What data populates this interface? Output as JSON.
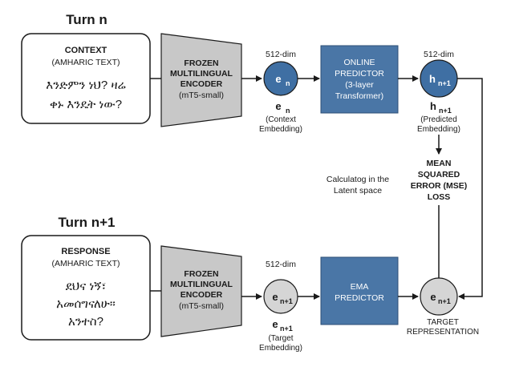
{
  "top": {
    "turn_title": "Turn n",
    "input_box": {
      "header": "CONTEXT",
      "subheader": "(AMHARIC TEXT)",
      "lines": [
        "እንድምን ነህ? ዛሬ",
        "ቀኑ እንዴት ነው?"
      ]
    },
    "encoder": {
      "lines": [
        "FROZEN",
        "MULTILINGUAL",
        "ENCODER",
        "(mT5-small)"
      ]
    },
    "embedding": {
      "dim": "512-dim",
      "symbol_base": "e",
      "symbol_sub": "n",
      "caption_lines": [
        "(Context",
        "Embedding)"
      ]
    },
    "predictor": {
      "lines": [
        "ONLINE",
        "PREDICTOR",
        "(3-layer",
        "Transformer)"
      ]
    },
    "prediction": {
      "dim": "512-dim",
      "symbol_base": "h",
      "symbol_sub": "n+1",
      "caption_lines": [
        "(Predicted",
        "Embedding)"
      ]
    }
  },
  "middle": {
    "latent_note_lines": [
      "Calculatog in the",
      "Latent space"
    ],
    "loss_lines": [
      "MEAN",
      "SQUARED",
      "ERROR (MSE)",
      "LOSS"
    ]
  },
  "bottom": {
    "turn_title": "Turn n+1",
    "input_box": {
      "header": "RESPONSE",
      "subheader": "(AMHARIC TEXT)",
      "lines": [
        "ደህና ነኝ፣",
        "አመሰግናለሁ።",
        "አንተስ?"
      ]
    },
    "encoder": {
      "lines": [
        "FROZEN",
        "MULTILINGUAL",
        "ENCODER",
        "(mT5-small)"
      ]
    },
    "embedding": {
      "dim": "512-dim",
      "symbol_base": "e",
      "symbol_sub": "n+1",
      "caption_lines": [
        "(Target",
        "Embedding)"
      ]
    },
    "predictor": {
      "lines": [
        "EMA",
        "PREDICTOR"
      ]
    },
    "target": {
      "symbol_base": "e",
      "symbol_sub": "n+1",
      "caption_lines": [
        "TARGET",
        "REPRESENTATION"
      ]
    }
  },
  "colors": {
    "predictor_fill": "#4a76a6",
    "embedding_fill": "#3f6fa3",
    "node_grey": "#d5d5d5",
    "encoder_fill": "#c8c8c8",
    "line": "#1a1a1a"
  }
}
